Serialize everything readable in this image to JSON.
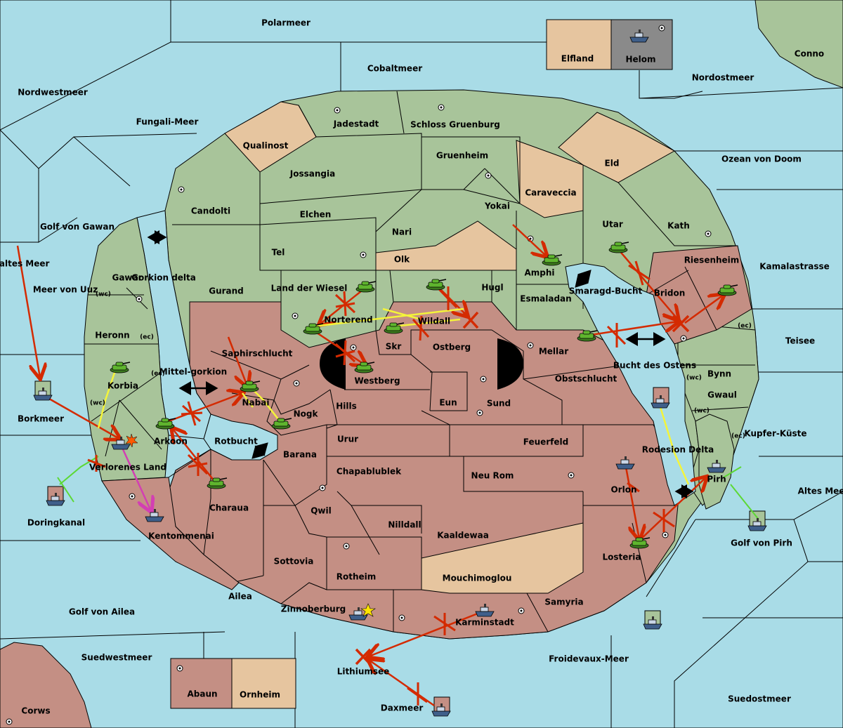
{
  "colors": {
    "sea": "#a9dce7",
    "green_power": "#a8c49a",
    "red_power": "#c48f84",
    "tan_power": "#e6c59f",
    "gray_power": "#8a8a8a",
    "move_order": "#d42a00",
    "support_order": "#f4f43a",
    "convoy_order": "#5cd834",
    "retreat_order": "#d33fb3"
  },
  "labels": {
    "polarmeer": "Polarmeer",
    "cobaltmeer": "Cobaltmeer",
    "elfland": "Elfland",
    "helom": "Helom",
    "conno": "Conno",
    "nordostmeer": "Nordostmeer",
    "nordwestmeer": "Nordwestmeer",
    "fungali_meer": "Fungali-Meer",
    "jadestadt": "Jadestadt",
    "schloss_gruenburg": "Schloss Gruenburg",
    "qualinost": "Qualinost",
    "gruenheim": "Gruenheim",
    "eld": "Eld",
    "ozean_von_doom": "Ozean von Doom",
    "jossangia": "Jossangia",
    "caraveccia": "Caraveccia",
    "candolti": "Candolti",
    "elchen": "Elchen",
    "yokai": "Yokai",
    "utar": "Utar",
    "kath": "Kath",
    "golf_von_gawan": "Golf von Gawan",
    "nari": "Nari",
    "tel": "Tel",
    "olk": "Olk",
    "amphi": "Amphi",
    "riesenheim": "Riesenheim",
    "kamalastrasse": "Kamalastrasse",
    "kaltes_meer": "Kaltes Meer",
    "gawar": "Gawar",
    "gorkion_delta": "Gorkion delta",
    "meer_von_uuz": "Meer von Uuz",
    "gurand": "Gurand",
    "land_der_wiesel": "Land der Wiesel",
    "hugl": "Hugl",
    "smaragd_bucht": "Smaragd-Bucht",
    "bridon": "Bridon",
    "esmaladan": "Esmaladan",
    "heronn": "Heronn",
    "norterend": "Norterend",
    "wildall": "Wildall",
    "skr": "Skr",
    "ostberg": "Ostberg",
    "mellar": "Mellar",
    "teisee": "Teisee",
    "saphirschlucht": "Saphirschlucht",
    "westberg": "Westberg",
    "bucht_des_ostens": "Bucht des Ostens",
    "bynn": "Bynn",
    "mittelgorkion": "Mittel-gorkion",
    "korbia": "Korbia",
    "obstschlucht": "Obstschlucht",
    "gwaul": "Gwaul",
    "nabai": "Nabai",
    "hills": "Hills",
    "eun": "Eun",
    "sund": "Sund",
    "borkmeer": "Borkmeer",
    "nogk": "Nogk",
    "kupfer_kuste": "Kupfer-Küste",
    "arkoon": "Arkoon",
    "rotbucht": "Rotbucht",
    "urur": "Urur",
    "feuerfeld": "Feuerfeld",
    "rodesion_delta": "Rodesion Delta",
    "verlorenes_land": "Verlorenes Land",
    "barana": "Barana",
    "chapablublek": "Chapablublek",
    "neu_rom": "Neu Rom",
    "pirh": "Pirh",
    "orlon": "Orlon",
    "altes_meer": "Altes Meer",
    "charaua": "Charaua",
    "qwil": "Qwil",
    "nilldall": "Nilldall",
    "doringkanal": "Doringkanal",
    "kentommenai": "Kentommenai",
    "kaaldewaa": "Kaaldewaa",
    "losteria": "Losteria",
    "golf_von_pirh": "Golf von Pirh",
    "sottovia": "Sottovia",
    "rotheim": "Rotheim",
    "mouchimoglou": "Mouchimoglou",
    "ailea": "Ailea",
    "samyria": "Samyria",
    "zinnoberburg": "Zinnoberburg",
    "karminstadt": "Karminstadt",
    "golf_von_ailea": "Golf von Ailea",
    "suedwestmeer": "Suedwestmeer",
    "froidevaux_meer": "Froidevaux-Meer",
    "abaun": "Abaun",
    "ornheim": "Ornheim",
    "lithiumsee": "Lithiumsee",
    "corws": "Corws",
    "daxmeer": "Daxmeer",
    "suedostmeer": "Suedostmeer",
    "coast_wc": "(wc)",
    "coast_ec": "(ec)"
  }
}
